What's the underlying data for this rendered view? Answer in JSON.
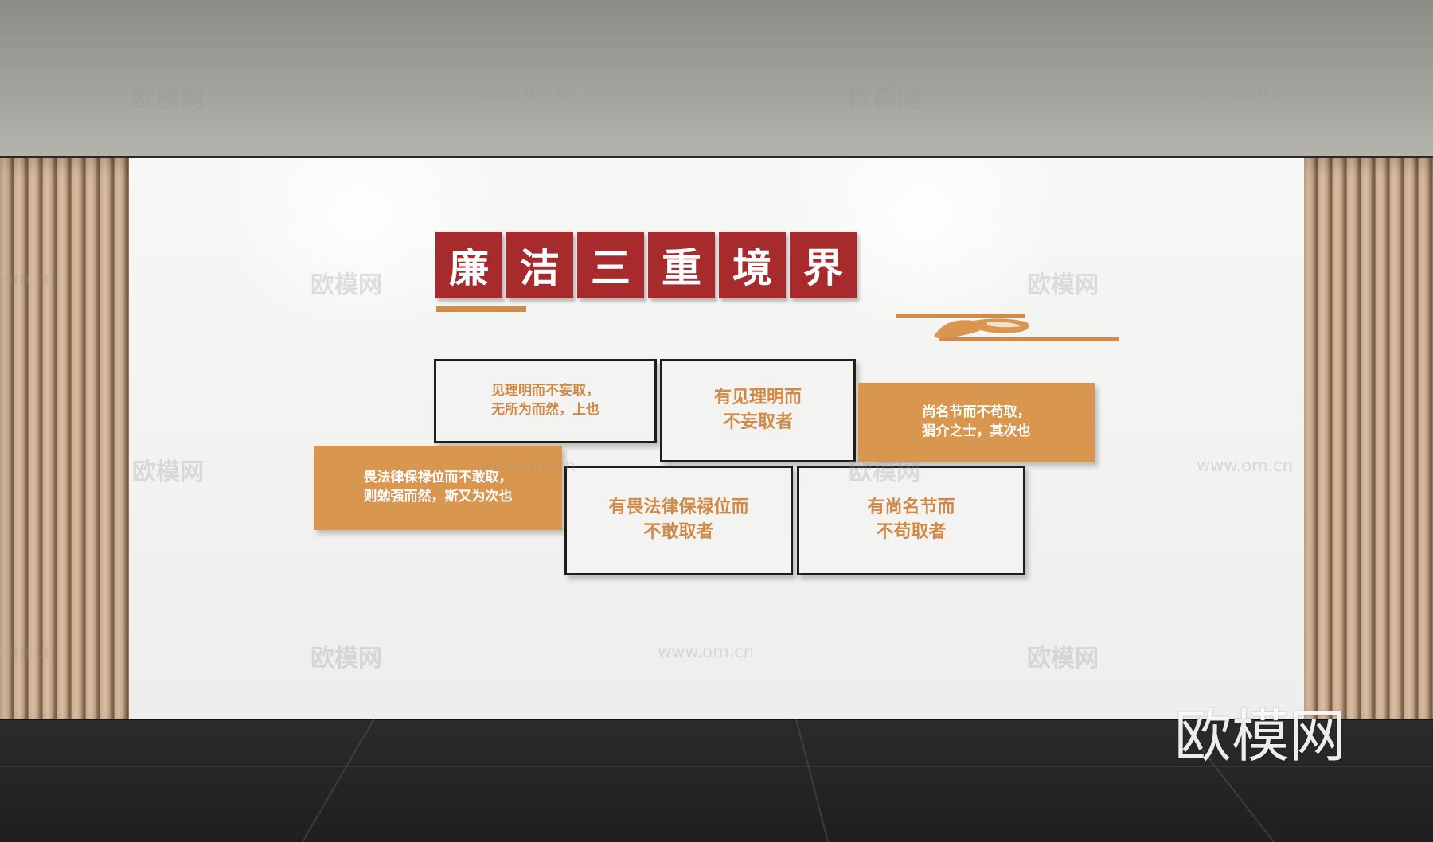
{
  "title": {
    "characters": [
      "廉",
      "洁",
      "三",
      "重",
      "境",
      "界"
    ]
  },
  "panels": {
    "p1": {
      "lines": [
        "见理明而不妄取，",
        "无所为而然，上也"
      ]
    },
    "p2": {
      "lines": [
        "有见理明而",
        "不妄取者"
      ]
    },
    "p3": {
      "lines": [
        "尚名节而不苟取，",
        "狷介之士，其次也"
      ]
    },
    "p4": {
      "lines": [
        "畏法律保禄位而不敢取，",
        "则勉强而然，斯又为次也"
      ]
    },
    "p5": {
      "lines": [
        "有畏法律保禄位而",
        "不敢取者"
      ]
    },
    "p6": {
      "lines": [
        "有尚名节而",
        "不苟取者"
      ]
    }
  },
  "watermarks": {
    "brand": "欧模网",
    "url": "www.om.cn",
    "url_partial": "om.cn",
    "corner": "欧模网"
  },
  "colors": {
    "title_red": "#a72b2d",
    "accent_orange": "#d8964e",
    "framed_text": "#d08a48"
  }
}
